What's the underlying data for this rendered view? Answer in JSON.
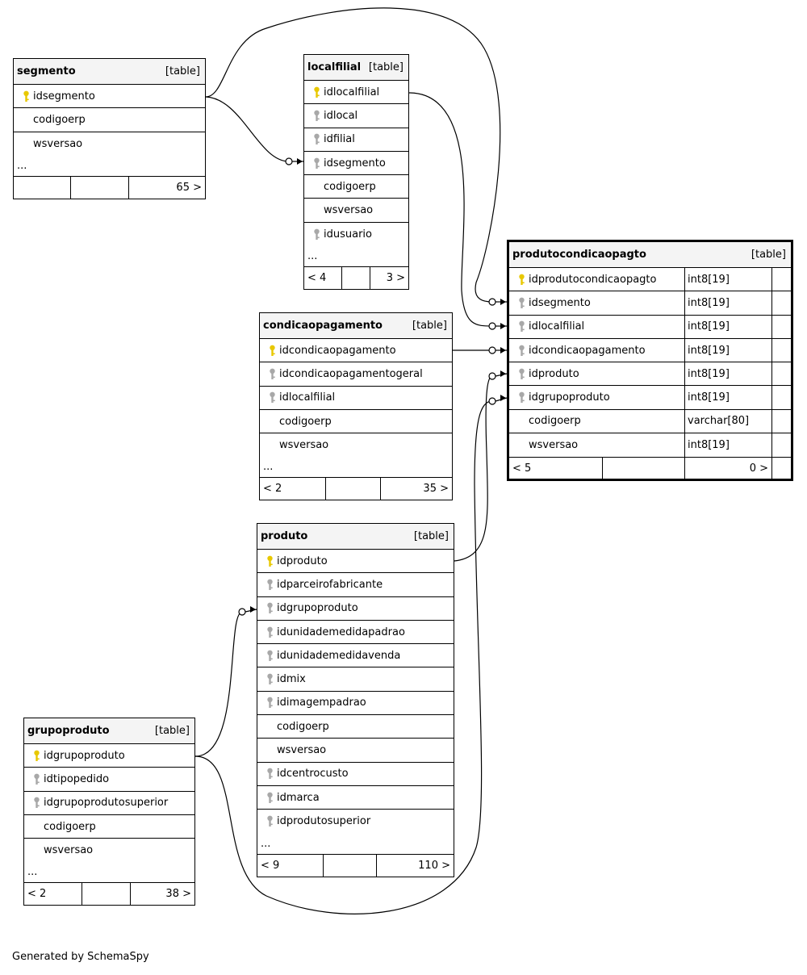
{
  "tables": [
    {
      "id": "segmento",
      "name": "segmento",
      "type_label": "[table]",
      "columns": [
        {
          "name": "idsegmento",
          "key": "pk"
        },
        {
          "name": "codigoerp",
          "key": ""
        },
        {
          "name": "wsversao",
          "key": ""
        }
      ],
      "ellipsis": "...",
      "footer": {
        "left": "",
        "mid": "",
        "right": "65 >"
      }
    },
    {
      "id": "localfilial",
      "name": "localfilial",
      "type_label": "[table]",
      "columns": [
        {
          "name": "idlocalfilial",
          "key": "pk"
        },
        {
          "name": "idlocal",
          "key": "fk"
        },
        {
          "name": "idfilial",
          "key": "fk"
        },
        {
          "name": "idsegmento",
          "key": "fk"
        },
        {
          "name": "codigoerp",
          "key": ""
        },
        {
          "name": "wsversao",
          "key": ""
        },
        {
          "name": "idusuario",
          "key": "fk"
        }
      ],
      "ellipsis": "...",
      "footer": {
        "left": "< 4",
        "mid": "",
        "right": "3 >"
      }
    },
    {
      "id": "produtocondicaopagto",
      "name": "produtocondicaopagto",
      "type_label": "[table]",
      "columns": [
        {
          "name": "idprodutocondicaopagto",
          "key": "pk",
          "type": "int8[19]"
        },
        {
          "name": "idsegmento",
          "key": "fk",
          "type": "int8[19]"
        },
        {
          "name": "idlocalfilial",
          "key": "fk",
          "type": "int8[19]"
        },
        {
          "name": "idcondicaopagamento",
          "key": "fk",
          "type": "int8[19]"
        },
        {
          "name": "idproduto",
          "key": "fk",
          "type": "int8[19]"
        },
        {
          "name": "idgrupoproduto",
          "key": "fk",
          "type": "int8[19]"
        },
        {
          "name": "codigoerp",
          "key": "",
          "type": "varchar[80]"
        },
        {
          "name": "wsversao",
          "key": "",
          "type": "int8[19]"
        }
      ],
      "ellipsis": "",
      "footer": {
        "left": "< 5",
        "mid": "",
        "right": "0 >"
      }
    },
    {
      "id": "condicaopagamento",
      "name": "condicaopagamento",
      "type_label": "[table]",
      "columns": [
        {
          "name": "idcondicaopagamento",
          "key": "pk"
        },
        {
          "name": "idcondicaopagamentogeral",
          "key": "fk"
        },
        {
          "name": "idlocalfilial",
          "key": "fk"
        },
        {
          "name": "codigoerp",
          "key": ""
        },
        {
          "name": "wsversao",
          "key": ""
        }
      ],
      "ellipsis": "...",
      "footer": {
        "left": "< 2",
        "mid": "",
        "right": "35 >"
      }
    },
    {
      "id": "produto",
      "name": "produto",
      "type_label": "[table]",
      "columns": [
        {
          "name": "idproduto",
          "key": "pk"
        },
        {
          "name": "idparceirofabricante",
          "key": "fk"
        },
        {
          "name": "idgrupoproduto",
          "key": "fk"
        },
        {
          "name": "idunidademedidapadrao",
          "key": "fk"
        },
        {
          "name": "idunidademedidavenda",
          "key": "fk"
        },
        {
          "name": "idmix",
          "key": "fk"
        },
        {
          "name": "idimagempadrao",
          "key": "fk"
        },
        {
          "name": "codigoerp",
          "key": ""
        },
        {
          "name": "wsversao",
          "key": ""
        },
        {
          "name": "idcentrocusto",
          "key": "fk"
        },
        {
          "name": "idmarca",
          "key": "fk"
        },
        {
          "name": "idprodutosuperior",
          "key": "fk"
        }
      ],
      "ellipsis": "...",
      "footer": {
        "left": "< 9",
        "mid": "",
        "right": "110 >"
      }
    },
    {
      "id": "grupoproduto",
      "name": "grupoproduto",
      "type_label": "[table]",
      "columns": [
        {
          "name": "idgrupoproduto",
          "key": "pk"
        },
        {
          "name": "idtipopedido",
          "key": "fk"
        },
        {
          "name": "idgrupoprodutosuperior",
          "key": "fk"
        },
        {
          "name": "codigoerp",
          "key": ""
        },
        {
          "name": "wsversao",
          "key": ""
        }
      ],
      "ellipsis": "...",
      "footer": {
        "left": "< 2",
        "mid": "",
        "right": "38 >"
      }
    }
  ],
  "relationships": [
    {
      "from": "segmento.idsegmento",
      "to": "localfilial.idsegmento"
    },
    {
      "from": "segmento.idsegmento",
      "to": "produtocondicaopagto.idsegmento"
    },
    {
      "from": "localfilial.idlocalfilial",
      "to": "produtocondicaopagto.idlocalfilial"
    },
    {
      "from": "condicaopagamento.idcondicaopagamento",
      "to": "produtocondicaopagto.idcondicaopagamento"
    },
    {
      "from": "produto.idproduto",
      "to": "produtocondicaopagto.idproduto"
    },
    {
      "from": "grupoproduto.idgrupoproduto",
      "to": "produtocondicaopagto.idgrupoproduto"
    },
    {
      "from": "grupoproduto.idgrupoproduto",
      "to": "produto.idgrupoproduto"
    }
  ],
  "colors": {
    "pk_key": "#e8c800",
    "fk_key": "#a8a8a8",
    "header_bg": "#f4f4f4"
  },
  "icons": {
    "primary_key": "key-icon",
    "foreign_key": "key-icon"
  },
  "footer_text": "Generated by SchemaSpy"
}
